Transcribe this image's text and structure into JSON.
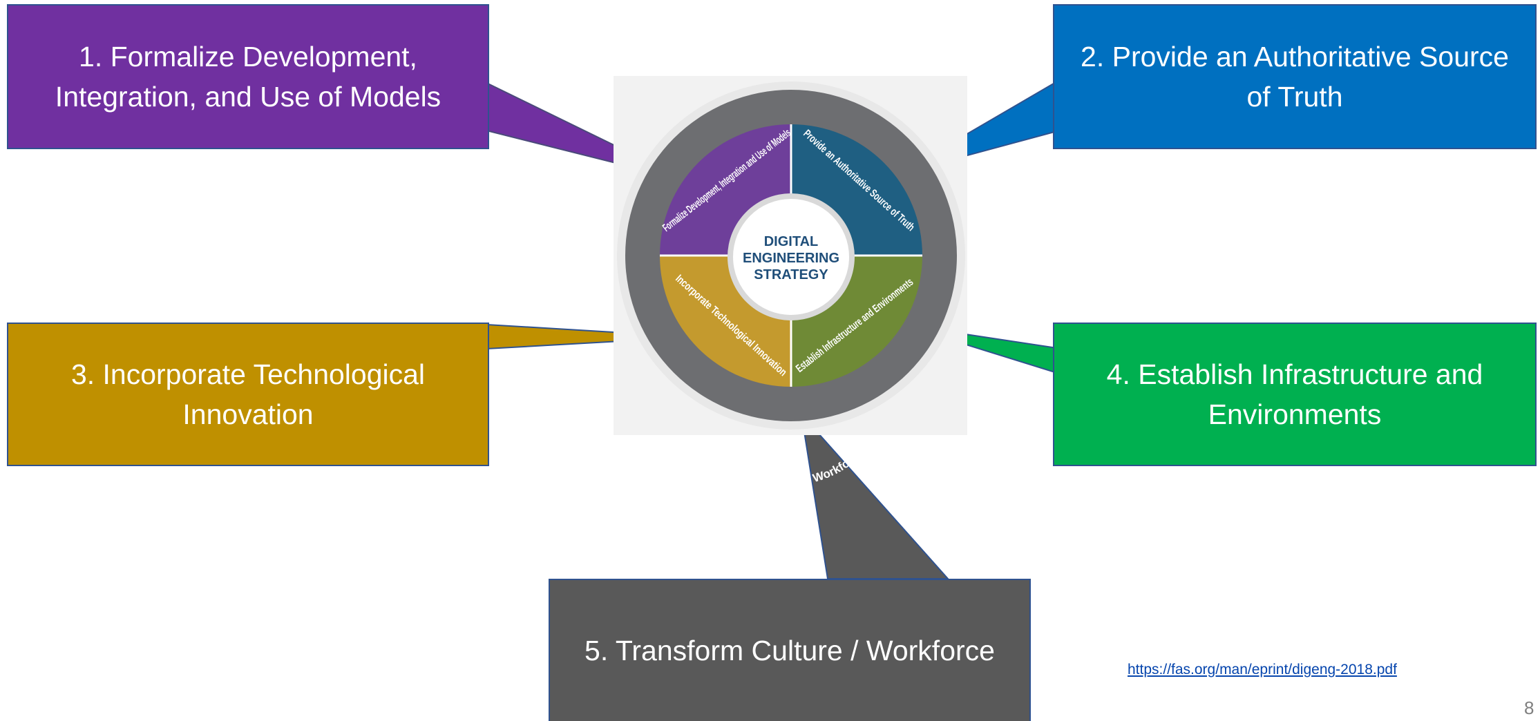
{
  "callouts": [
    {
      "id": "formalize",
      "text": "1. Formalize Development, Integration, and Use of Models",
      "color": "#7030a0"
    },
    {
      "id": "authoritative",
      "text": "2. Provide an Authoritative Source of Truth",
      "color": "#0070c0"
    },
    {
      "id": "innovation",
      "text": "3. Incorporate Technological Innovation",
      "color": "#bf9000"
    },
    {
      "id": "infrastructure",
      "text": "4. Establish Infrastructure and Environments",
      "color": "#00b050"
    },
    {
      "id": "culture",
      "text": "5. Transform Culture / Workforce",
      "color": "#595959"
    }
  ],
  "wheel": {
    "center_lines": [
      "DIGITAL",
      "ENGINEERING",
      "STRATEGY"
    ],
    "segments": [
      {
        "number": "1",
        "label": "Formalize Development, Integration and Use of Models",
        "color": "#6e3f9a"
      },
      {
        "number": "2",
        "label": "Provide an Authoritative Source of Truth",
        "color": "#1f5f82"
      },
      {
        "number": "3",
        "label": "Incorporate Technological Innovation",
        "color": "#c49a2e"
      },
      {
        "number": "4",
        "label": "Establish Infrastructure and Environments",
        "color": "#6f8a36"
      },
      {
        "number": "5",
        "label": "Transform Culture / Workforce",
        "color": "#6d6e71"
      }
    ]
  },
  "source_link": "https://fas.org/man/eprint/digeng-2018.pdf",
  "page_number": "8"
}
